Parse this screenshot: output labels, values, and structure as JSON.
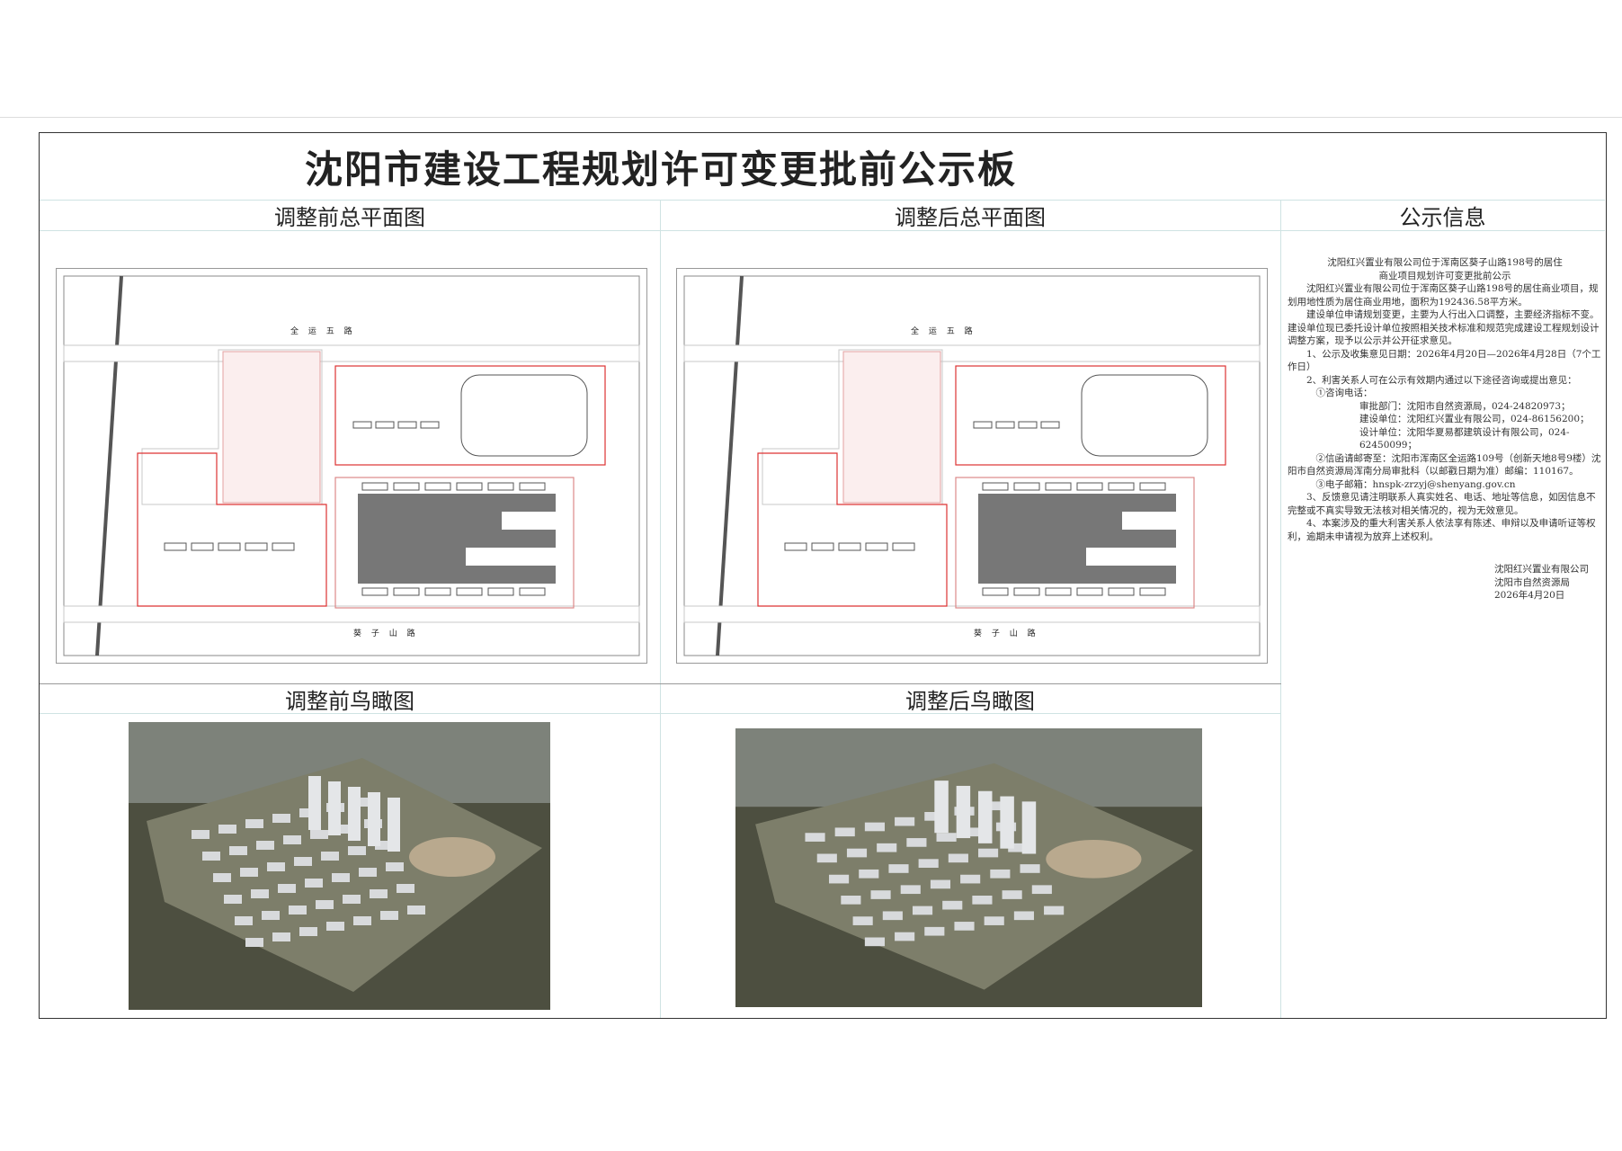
{
  "board": {
    "title": "沈阳市建设工程规划许可变更批前公示板",
    "headers": {
      "before_plan": "调整前总平面图",
      "after_plan": "调整后总平面图",
      "info": "公示信息",
      "before_aerial": "调整前鸟瞰图",
      "after_aerial": "调整后鸟瞰图"
    },
    "plan_labels": {
      "road_top": "全 运 五 路",
      "road_bottom": "葵 子 山 路"
    },
    "info": {
      "heading_1": "沈阳红兴置业有限公司位于浑南区葵子山路198号的居住",
      "heading_2": "商业项目规划许可变更批前公示",
      "para_1": "沈阳红兴置业有限公司位于浑南区葵子山路198号的居住商业项目，规划用地性质为居住商业用地，面积为192436.58平方米。",
      "para_2": "建设单位申请规划变更，主要为人行出入口调整，主要经济指标不变。建设单位现已委托设计单位按照相关技术标准和规范完成建设工程规划设计调整方案，现予以公示并公开征求意见。",
      "item_1": "1、公示及收集意见日期：2026年4月20日—2026年4月28日（7个工作日）",
      "item_2": "2、利害关系人可在公示有效期内通过以下途径咨询或提出意见：",
      "phone_label": "①咨询电话：",
      "phone_1": "审批部门：沈阳市自然资源局，024-24820973；",
      "phone_2": "建设单位：沈阳红兴置业有限公司，024-86156200；",
      "phone_3": "设计单位：沈阳华夏易都建筑设计有限公司，024-62450099；",
      "mail": "②信函请邮寄至：沈阳市浑南区全运路109号（创新天地8号9楼）沈阳市自然资源局浑南分局审批科（以邮戳日期为准）邮编：110167。",
      "email": "③电子邮箱：hnspk-zrzyj@shenyang.gov.cn",
      "item_3": "3、反馈意见请注明联系人真实姓名、电话、地址等信息，如因信息不完整或不真实导致无法核对相关情况的，视为无效意见。",
      "item_4": "4、本案涉及的重大利害关系人依法享有陈述、申辩以及申请听证等权利，逾期未申请视为放弃上述权利。",
      "sign_1": "沈阳红兴置业有限公司",
      "sign_2": "沈阳市自然资源局",
      "sign_3": "2026年4月20日"
    }
  }
}
